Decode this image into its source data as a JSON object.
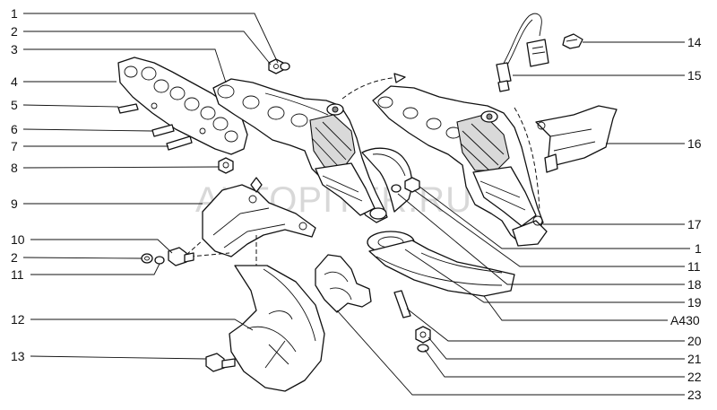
{
  "watermark": "AUTOPITER.RU",
  "callouts_left": [
    {
      "id": "c1",
      "label": "1"
    },
    {
      "id": "c2",
      "label": "2"
    },
    {
      "id": "c3",
      "label": "3"
    },
    {
      "id": "c4",
      "label": "4"
    },
    {
      "id": "c5",
      "label": "5"
    },
    {
      "id": "c6",
      "label": "6"
    },
    {
      "id": "c7",
      "label": "7"
    },
    {
      "id": "c8",
      "label": "8"
    },
    {
      "id": "c9",
      "label": "9"
    },
    {
      "id": "c10",
      "label": "10"
    },
    {
      "id": "c2b",
      "label": "2"
    },
    {
      "id": "c11",
      "label": "11"
    },
    {
      "id": "c12",
      "label": "12"
    },
    {
      "id": "c13",
      "label": "13"
    }
  ],
  "callouts_right": [
    {
      "id": "c14",
      "label": "14"
    },
    {
      "id": "c15",
      "label": "15"
    },
    {
      "id": "c16",
      "label": "16"
    },
    {
      "id": "c17",
      "label": "17"
    },
    {
      "id": "c1b",
      "label": "1"
    },
    {
      "id": "c11b",
      "label": "11"
    },
    {
      "id": "c18",
      "label": "18"
    },
    {
      "id": "c19",
      "label": "19"
    },
    {
      "id": "ca430",
      "label": "A430"
    },
    {
      "id": "c20",
      "label": "20"
    },
    {
      "id": "c21",
      "label": "21"
    },
    {
      "id": "c22",
      "label": "22"
    },
    {
      "id": "c23",
      "label": "23"
    }
  ]
}
